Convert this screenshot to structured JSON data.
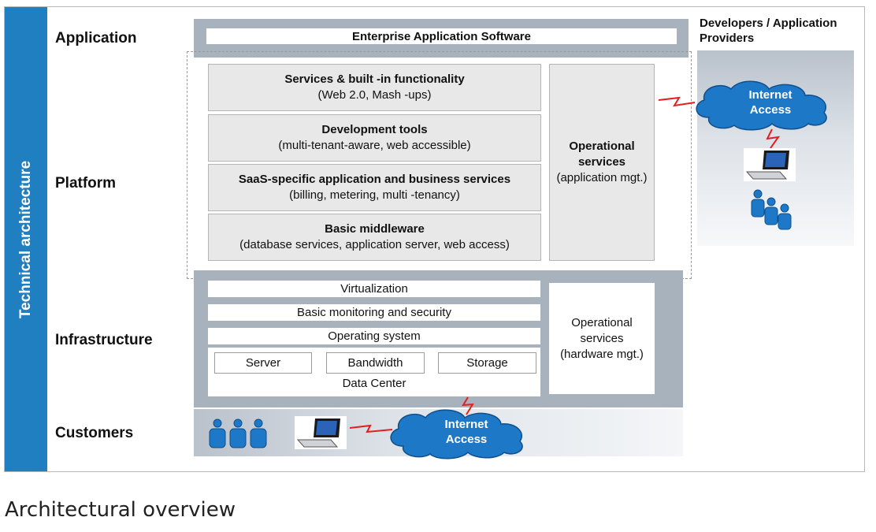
{
  "sidebar": {
    "label": "Technical architecture"
  },
  "layers": {
    "application": "Application",
    "platform": "Platform",
    "infrastructure": "Infrastructure",
    "customers": "Customers"
  },
  "application": {
    "bar": "Enterprise Application Software"
  },
  "platform": {
    "boxes": [
      {
        "title": "Services & built -in functionality",
        "subtitle": "(Web 2.0, Mash -ups)"
      },
      {
        "title": "Development tools",
        "subtitle": "(multi-tenant-aware, web accessible)"
      },
      {
        "title": "SaaS-specific application and business services",
        "subtitle": "(billing, metering, multi -tenancy)"
      },
      {
        "title": "Basic middleware",
        "subtitle": "(database services, application server, web access)"
      }
    ],
    "operational": {
      "title": "Operational services",
      "subtitle": "(application mgt.)"
    }
  },
  "infrastructure": {
    "rows": [
      "Virtualization",
      "Basic monitoring and security",
      "Operating system"
    ],
    "data_center": {
      "items": [
        "Server",
        "Bandwidth",
        "Storage"
      ],
      "label": "Data Center"
    },
    "operational": "Operational services (hardware mgt.)"
  },
  "developers": {
    "title": "Developers / Application Providers",
    "cloud": "Internet Access"
  },
  "customers": {
    "cloud": "Internet Access"
  },
  "caption": "Architectural overview",
  "colors": {
    "sidebar": "#1f7fc0",
    "panel_gray": "#a8b2bd",
    "cloud": "#1e78c8",
    "link": "#e0201e"
  }
}
